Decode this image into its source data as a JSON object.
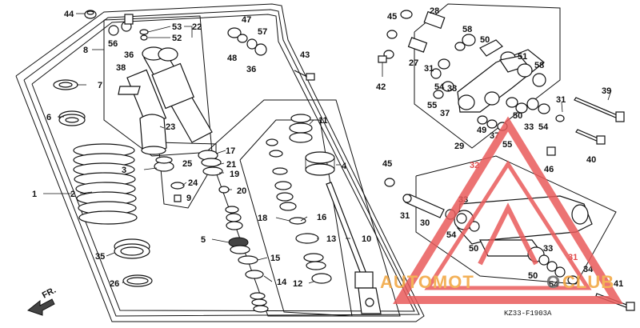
{
  "diagram": {
    "code": "KZ33-F1903A",
    "direction_label": "FR.",
    "watermark": {
      "text_orange": "AUTOMOT",
      "text_gray": "O",
      "text_orange2": "CLUB",
      "colors": {
        "triangle": "#e95b5b",
        "orange": "#f2a43c",
        "gray": "#666666"
      }
    },
    "labels": {
      "l44": "44",
      "l56": "56",
      "l36a": "36",
      "l53": "53",
      "l52": "52",
      "l22": "22",
      "l47": "47",
      "l57": "57",
      "l48": "48",
      "l36b": "36",
      "l43": "43",
      "l45a": "45",
      "l28": "28",
      "l58a": "58",
      "l50a": "50",
      "l27": "27",
      "l31a": "31",
      "l42": "42",
      "l51": "51",
      "l58b": "58",
      "l8": "8",
      "l38": "38",
      "l7": "7",
      "l6": "6",
      "l23": "23",
      "l11": "11",
      "l39": "39",
      "l54a": "54",
      "l33a": "33",
      "l55a": "55",
      "l37a": "37",
      "l31b": "31",
      "l49": "49",
      "l37b": "37",
      "l55b": "55",
      "l50b": "50",
      "l33b": "33",
      "l54b": "54",
      "l29": "29",
      "l17": "17",
      "l21": "21",
      "l25": "25",
      "l19": "19",
      "l3": "3",
      "l24": "24",
      "l20": "20",
      "l9": "9",
      "l4": "4",
      "l46": "46",
      "l40": "40",
      "l45b": "45",
      "l32": "32",
      "l1": "1",
      "l2": "2",
      "l18": "18",
      "l16": "16",
      "l33c": "33",
      "l31c": "31",
      "l30": "30",
      "l54c": "54",
      "l5": "5",
      "l13": "13",
      "l10": "10",
      "l50c": "50",
      "l35": "35",
      "l15": "15",
      "l33d": "33",
      "l31d": "31",
      "l14": "14",
      "l12": "12",
      "l34": "34",
      "l26": "26",
      "l50d": "50",
      "l54d": "54",
      "l41": "41"
    }
  }
}
